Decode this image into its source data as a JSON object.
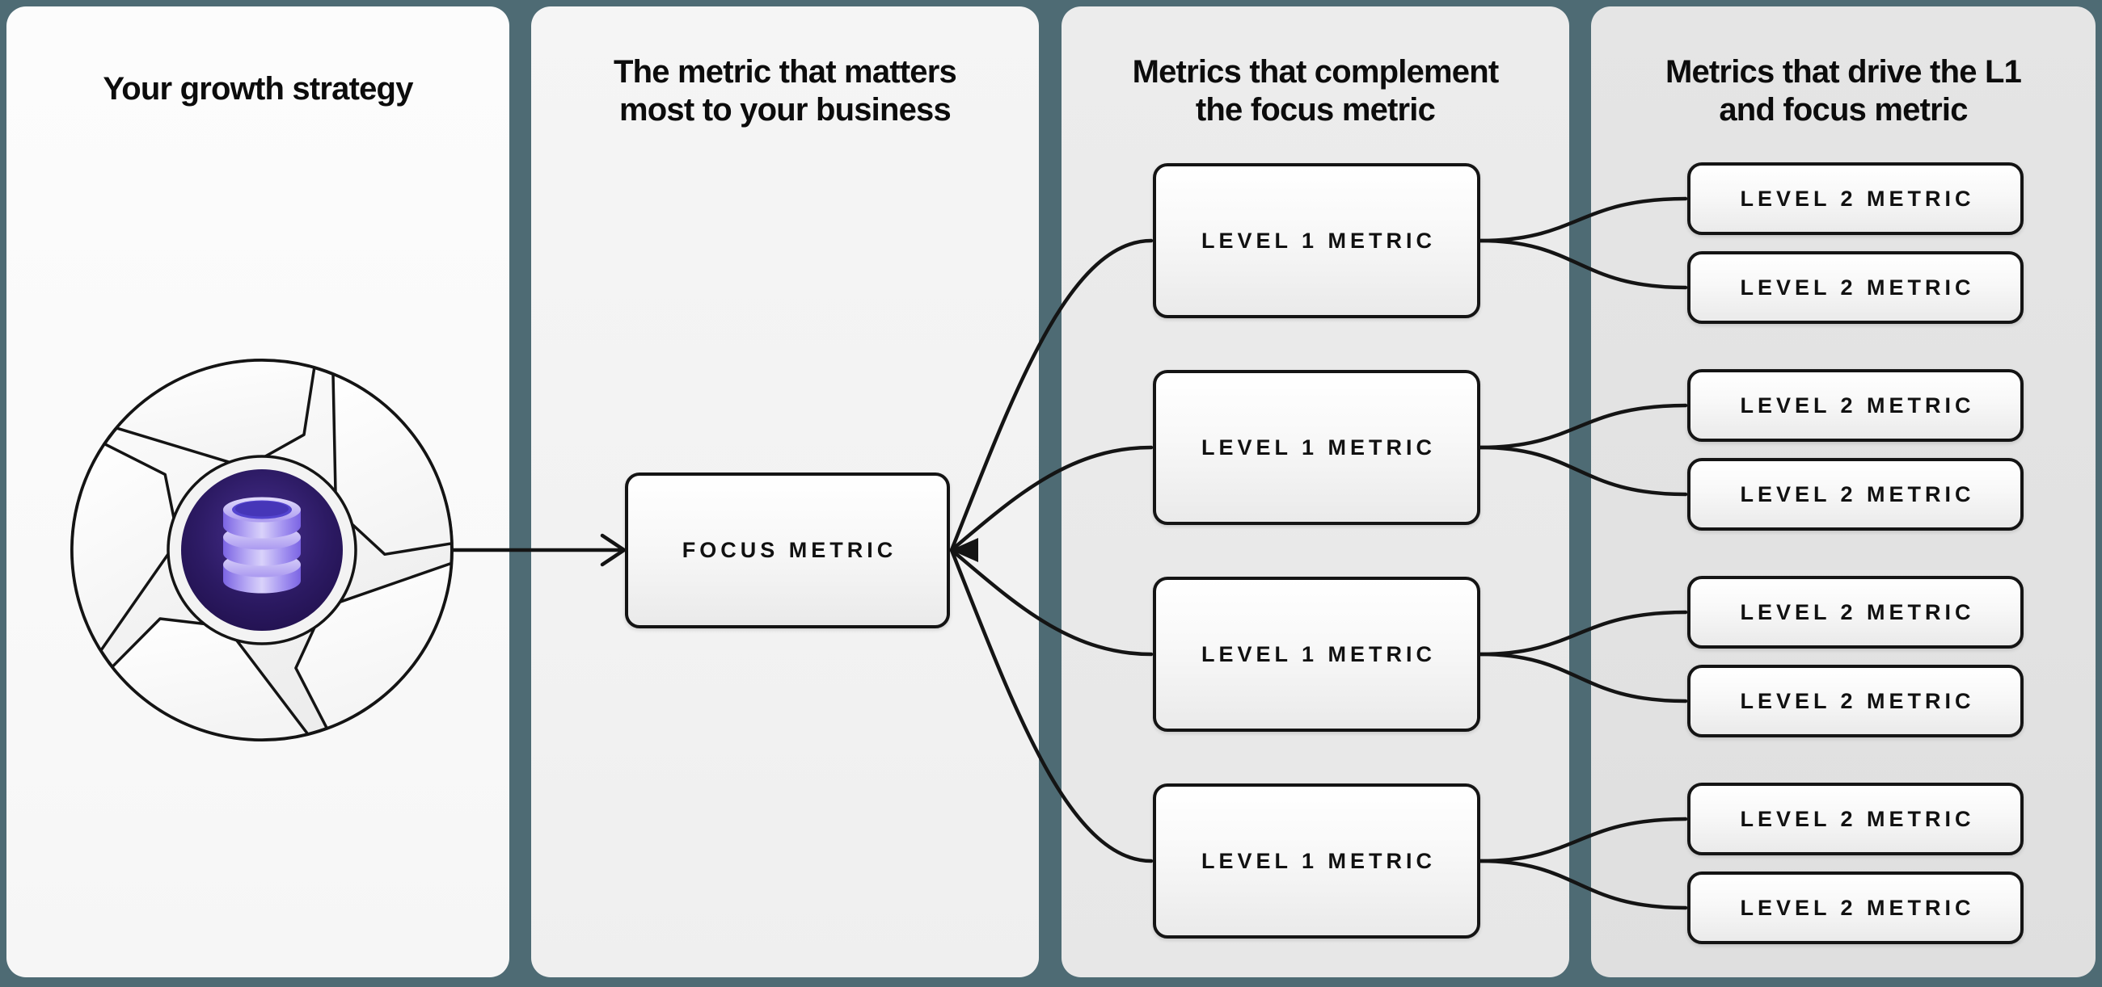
{
  "canvas": {
    "background_color": "#4e6b74",
    "line_color": "#141414"
  },
  "columns": [
    {
      "id": "growth-strategy",
      "bg": "#fafafa",
      "lines": [
        "Your growth strategy"
      ]
    },
    {
      "id": "focus-metric",
      "bg": "#f3f3f3",
      "lines": [
        "The metric that matters",
        "most to your business"
      ]
    },
    {
      "id": "level1-metrics",
      "bg": "#eaeaea",
      "lines": [
        "Metrics that complement",
        "the focus metric"
      ]
    },
    {
      "id": "level2-metrics",
      "bg": "#e2e2e2",
      "lines": [
        "Metrics that drive the L1",
        "and focus metric"
      ]
    }
  ],
  "nodes": {
    "focus": {
      "label": "FOCUS METRIC"
    },
    "level1": [
      {
        "label": "LEVEL 1 METRIC"
      },
      {
        "label": "LEVEL 1 METRIC"
      },
      {
        "label": "LEVEL 1 METRIC"
      },
      {
        "label": "LEVEL 1 METRIC"
      }
    ],
    "level2": [
      {
        "label": "LEVEL 2 METRIC"
      },
      {
        "label": "LEVEL 2 METRIC"
      },
      {
        "label": "LEVEL 2 METRIC"
      },
      {
        "label": "LEVEL 2 METRIC"
      },
      {
        "label": "LEVEL 2 METRIC"
      },
      {
        "label": "LEVEL 2 METRIC"
      },
      {
        "label": "LEVEL 2 METRIC"
      },
      {
        "label": "LEVEL 2 METRIC"
      }
    ]
  },
  "icons": {
    "flywheel": "flywheel-icon",
    "database": "database-icon"
  },
  "colors": {
    "panel_gap_teal": "#4e6b74",
    "box_border": "#141414",
    "connector": "#141414",
    "purple_disc_center": "#483090",
    "purple_disc_edge": "#1d0d46",
    "database_lavender": "#cdc2f8",
    "database_mid_purple": "#8d7aec",
    "database_opening": "#5445d0"
  }
}
